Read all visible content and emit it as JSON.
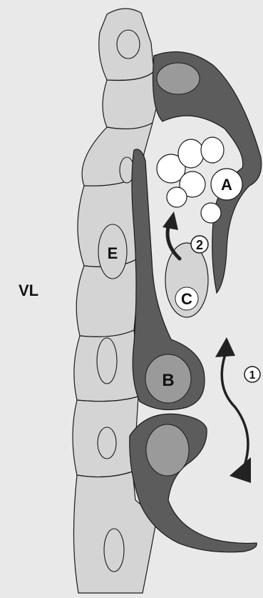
{
  "labels": {
    "vl": "VL",
    "a": "A",
    "b": "B",
    "c": "C",
    "e": "E",
    "step1": "1",
    "step2": "2"
  },
  "colors": {
    "background": "#e9e9e9",
    "light_cell": "#d4d4d4",
    "dark_cell": "#5c5c5c",
    "mid_nucleus": "#9a9a9a",
    "outline": "#1a1a1a",
    "arrow": "#222222",
    "white_cluster": "#ffffff"
  }
}
